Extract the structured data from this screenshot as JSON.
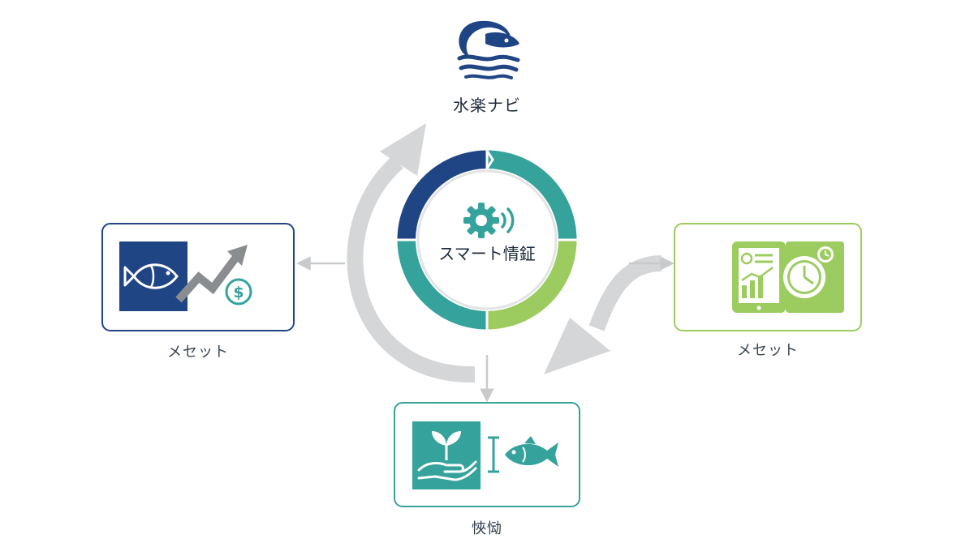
{
  "brand": {
    "name": "水楽ナビ",
    "logo_icon": "wave-fish-logo-icon",
    "color": "#1f4585"
  },
  "center": {
    "title": "スマート情鉦",
    "icon": "gear-signal-icon",
    "ring_colors": [
      "#1f4585",
      "#35a39c",
      "#9ccc5f",
      "#35a39c"
    ]
  },
  "nodes": {
    "left": {
      "label": "メセット",
      "icons": [
        "fish-icon",
        "trend-up-arrow-icon",
        "dollar-coin-icon"
      ],
      "border_color": "#1f4585"
    },
    "right": {
      "label": "メセット",
      "icons": [
        "tablet-chart-icon",
        "clock-icon"
      ],
      "border_color": "#9ccc5f"
    },
    "bottom": {
      "label": "悏恸",
      "icons": [
        "seedling-hand-icon",
        "fish-measure-icon"
      ],
      "border_color": "#35a39c"
    }
  },
  "colors": {
    "navy": "#1f4585",
    "teal": "#35a39c",
    "green": "#9ccc5f",
    "arrow_gray": "#d4d6d8"
  }
}
